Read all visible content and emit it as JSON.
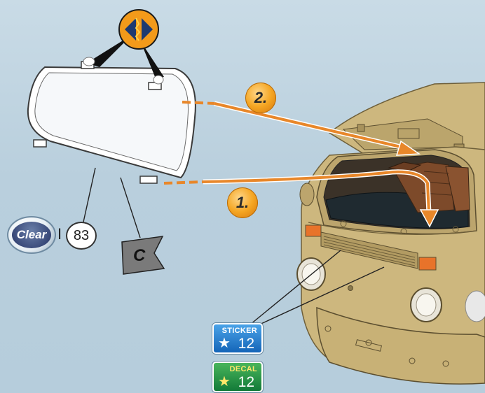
{
  "paint": {
    "label": "Clear",
    "part_number": "83"
  },
  "separator": "I",
  "flag": {
    "label": "C"
  },
  "steps": [
    {
      "label": "2."
    },
    {
      "label": "1."
    }
  ],
  "sticker": {
    "label": "STICKER",
    "number": "12"
  },
  "decal": {
    "label": "DECAL",
    "number": "12"
  },
  "colors": {
    "background": "#c3d6e2",
    "van_body": "#cbb47a",
    "arrow": "#e8872a",
    "step_badge": "#f5a623",
    "sticker": "#1c6fc2",
    "decal": "#1e8f45"
  },
  "icons": [
    "glue-icon",
    "glue-blob-icon",
    "star-icon"
  ]
}
